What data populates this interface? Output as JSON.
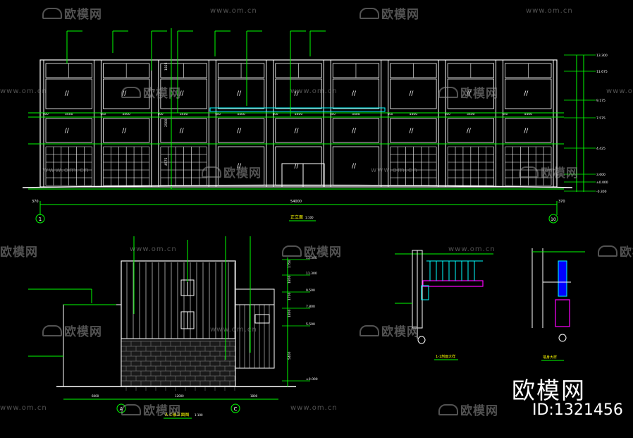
{
  "elevation": {
    "title": "正立面",
    "scale": "1:100",
    "total_width": "54000",
    "bay_width": "5400",
    "column_width": "600",
    "end_offset": "370",
    "axis_start": "1",
    "axis_end": "10",
    "right_levels": [
      "13.300",
      "11.675",
      "9.175",
      "7.575",
      "4.425",
      "3.600",
      "±0.000",
      "-0.300"
    ],
    "left_dims": [
      "1825",
      "2500",
      "4575"
    ]
  },
  "side": {
    "title": "A-C轴立面图",
    "scale": "1:100",
    "levels": [
      "13.300",
      "11.300",
      "9.500",
      "7.800",
      "5.500",
      "±0.000"
    ],
    "dims": [
      "1750",
      "1800",
      "1700",
      "1800",
      "5400"
    ],
    "bottom_dims": [
      "6000",
      "12000",
      "1800"
    ],
    "axis_a": "A",
    "axis_c": "C"
  },
  "details": {
    "detail1_title": "1-1剖面大样",
    "detail2_title": "墙身大样"
  },
  "watermark": {
    "logo_text": "欧模网",
    "url": "www.om.cn"
  },
  "brand": {
    "name": "欧模网",
    "id": "ID:1321456"
  }
}
